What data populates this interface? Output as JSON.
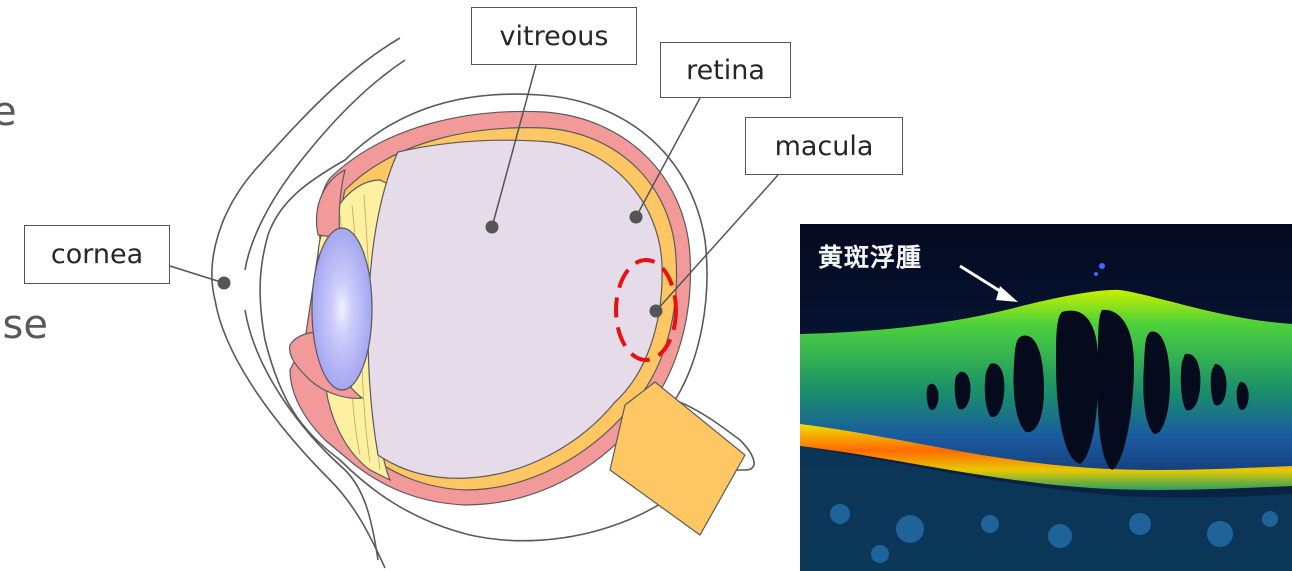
{
  "left_text": {
    "fragment_1": "e",
    "fragment_2": "ase"
  },
  "labels": {
    "vitreous": "vitreous",
    "retina": "retina",
    "macula": "macula",
    "cornea": "cornea"
  },
  "oct_image": {
    "caption": "黄斑浮腫"
  },
  "colors": {
    "sclera_outline": "#5a5a5a",
    "choroid": "#f29a9a",
    "retina": "#ffc764",
    "vitreous": "#e6dbe8",
    "lens": "#a8aaf2",
    "ciliary": "#fdf0a0",
    "macula_marker": "#e81010",
    "optic_nerve": "#ffc764"
  }
}
